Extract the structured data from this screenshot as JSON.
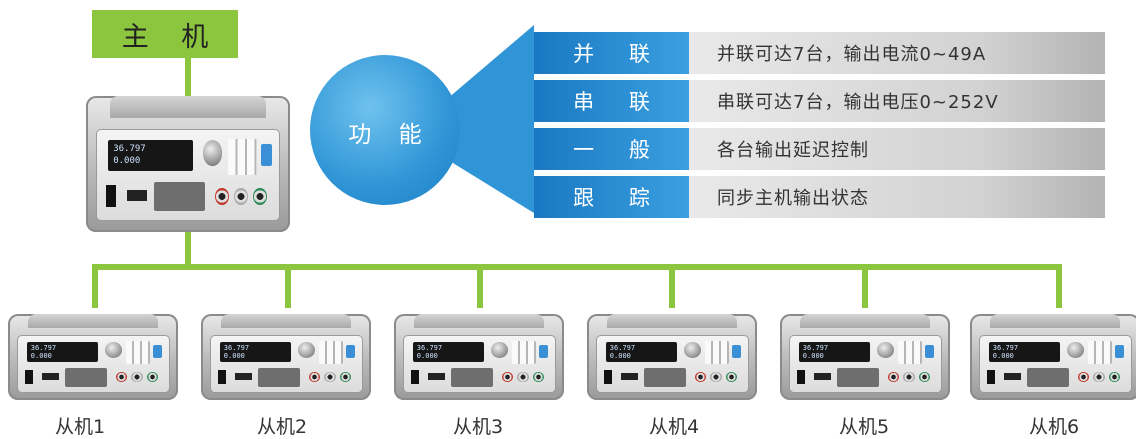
{
  "master": {
    "label": "主 机"
  },
  "bubble": {
    "label": "功 能"
  },
  "features": [
    {
      "key": "并 联",
      "desc": "并联可达7台，输出电流0~49A"
    },
    {
      "key": "串 联",
      "desc": "串联可达7台，输出电压0~252V"
    },
    {
      "key": "一 般",
      "desc": "各台输出延迟控制"
    },
    {
      "key": "跟 踪",
      "desc": "同步主机输出状态"
    }
  ],
  "display": {
    "v": "36.797",
    "a": "0.000"
  },
  "slaves": [
    "从机1",
    "从机2",
    "从机3",
    "从机4",
    "从机5",
    "从机6"
  ],
  "colors": {
    "green": "#8cc63f",
    "blue": "#2f95d6",
    "gray": "#d2d2d2"
  }
}
